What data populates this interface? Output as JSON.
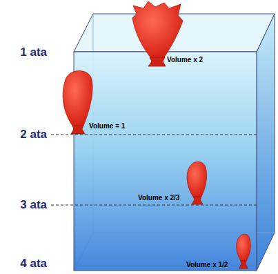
{
  "diagram": {
    "labels": [
      "1 ata",
      "Volume x 2",
      "Volume = 1",
      "2 ata",
      "Volume x 2/3",
      "3 ata",
      "4 ata",
      "Volume x 1/2"
    ]
  }
}
